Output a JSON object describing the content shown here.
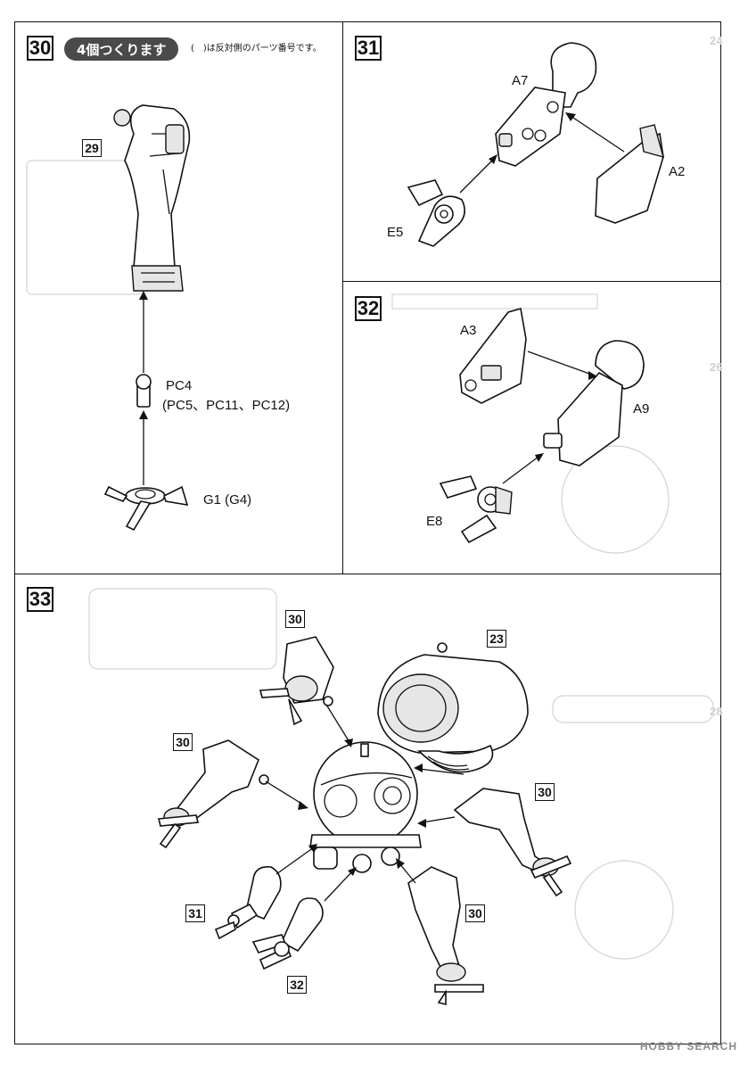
{
  "steps": {
    "s30": {
      "number": "30",
      "banner": "4個つくります",
      "note": "(　)は反対側のパーツ番号です。",
      "ref": "29",
      "parts": {
        "pc": "PC4",
        "pc_alt": "(PC5、PC11、PC12)",
        "g": "G1 (G4)"
      }
    },
    "s31": {
      "number": "31",
      "parts": {
        "a7": "A7",
        "a2": "A2",
        "e5": "E5"
      }
    },
    "s32": {
      "number": "32",
      "parts": {
        "a3": "A3",
        "a9": "A9",
        "e8": "E8"
      }
    },
    "s33": {
      "number": "33",
      "refs": {
        "body": "23",
        "leg_top": "30",
        "leg_left": "30",
        "leg_right": "30",
        "leg_bottom": "30",
        "arm_31": "31",
        "arm_32": "32"
      }
    }
  },
  "ghost_text": {
    "g24": "24",
    "g26": "26",
    "g28": "28"
  },
  "watermark": "HOBBY SEARCH"
}
